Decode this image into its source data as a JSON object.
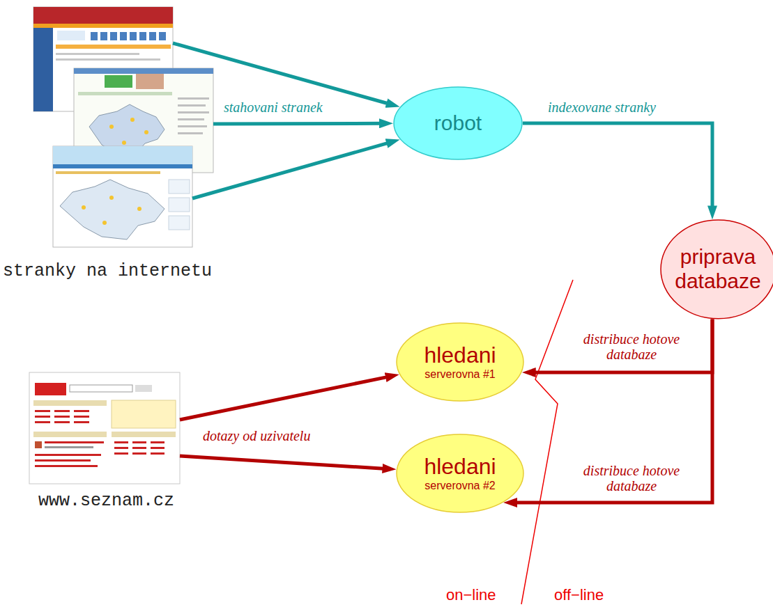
{
  "diagram": {
    "nodes": [
      {
        "text": [
          "stranky na internetu"
        ]
      },
      {
        "text": [
          "robot"
        ]
      },
      {
        "text": [
          "priprava databaze"
        ]
      },
      {
        "text": [
          "hledani",
          "serverovna #1"
        ]
      },
      {
        "text": [
          "hledani",
          "serverovna #2"
        ]
      },
      {
        "text": [
          "www.seznam.cz"
        ]
      }
    ],
    "edges": [
      {
        "from": 0,
        "to": 1,
        "arrow": "to"
      },
      {
        "from": 0,
        "to": 1,
        "label": "stahovani stranek",
        "arrow": "to"
      },
      {
        "from": 0,
        "to": 1,
        "arrow": "to"
      },
      {
        "from": 1,
        "to": 2,
        "label": "indexovane stranky",
        "arrow": "to"
      },
      {
        "from": 2,
        "to": 3,
        "label": "distribuce hotove databaze",
        "arrow": "to"
      },
      {
        "from": 2,
        "to": 4,
        "label": "distribuce hotove databaze",
        "arrow": "to"
      },
      {
        "from": 5,
        "to": 3,
        "label": "dotazy od uzivatelu",
        "arrow": "to"
      },
      {
        "from": 5,
        "to": 4,
        "arrow": "to"
      }
    ],
    "labels": [
      "on−line",
      "off−line"
    ]
  }
}
